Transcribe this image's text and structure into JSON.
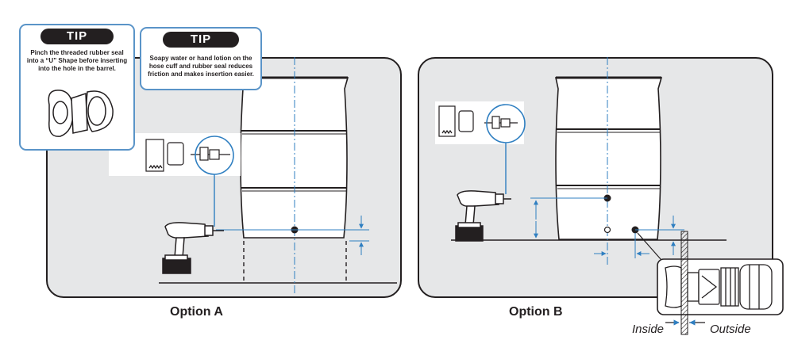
{
  "tips": [
    {
      "badge": "TIP",
      "text": "Pinch the threaded rubber seal into a “U” Shape before inserting into the hole in the barrel."
    },
    {
      "badge": "TIP",
      "text": "Soapy water or hand lotion on the hose cuff and rubber seal reduces friction and makes insertion easier."
    }
  ],
  "options": {
    "a": "Option A",
    "b": "Option B"
  },
  "detail": {
    "inside": "Inside",
    "outside": "Outside"
  },
  "colors": {
    "accent": "#2f7fc1",
    "line": "#231f20",
    "panel": "#e6e7e8",
    "tip_border": "#5a94c8"
  }
}
